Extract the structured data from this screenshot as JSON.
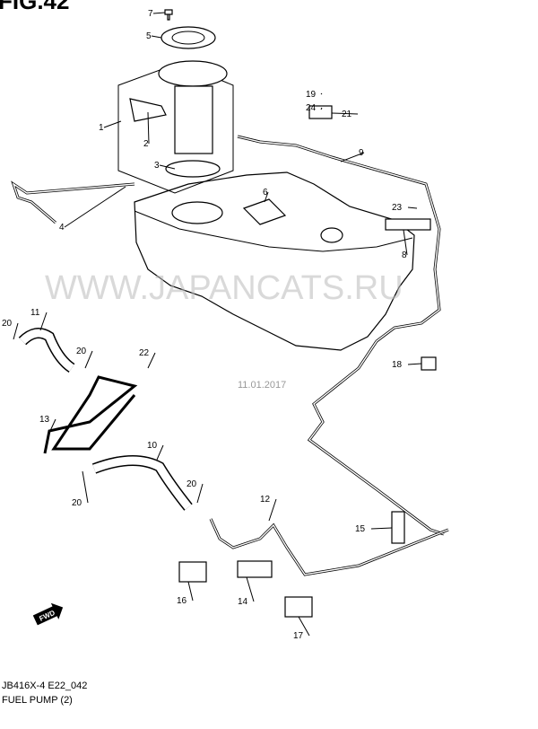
{
  "figure_title": "FIG.42",
  "watermark": "WWW.JAPANCATS.RU",
  "date_stamp": "11.01.2017",
  "direction_marker": "FWD",
  "callouts": [
    "7",
    "5",
    "1",
    "2",
    "3",
    "4",
    "6",
    "19",
    "24",
    "21",
    "9",
    "23",
    "8",
    "20",
    "11",
    "20",
    "22",
    "18",
    "13",
    "20",
    "10",
    "20",
    "12",
    "15",
    "16",
    "14",
    "17"
  ],
  "footer": {
    "code": "JB416X-4 E22_042",
    "caption": "FUEL PUMP (2)"
  }
}
